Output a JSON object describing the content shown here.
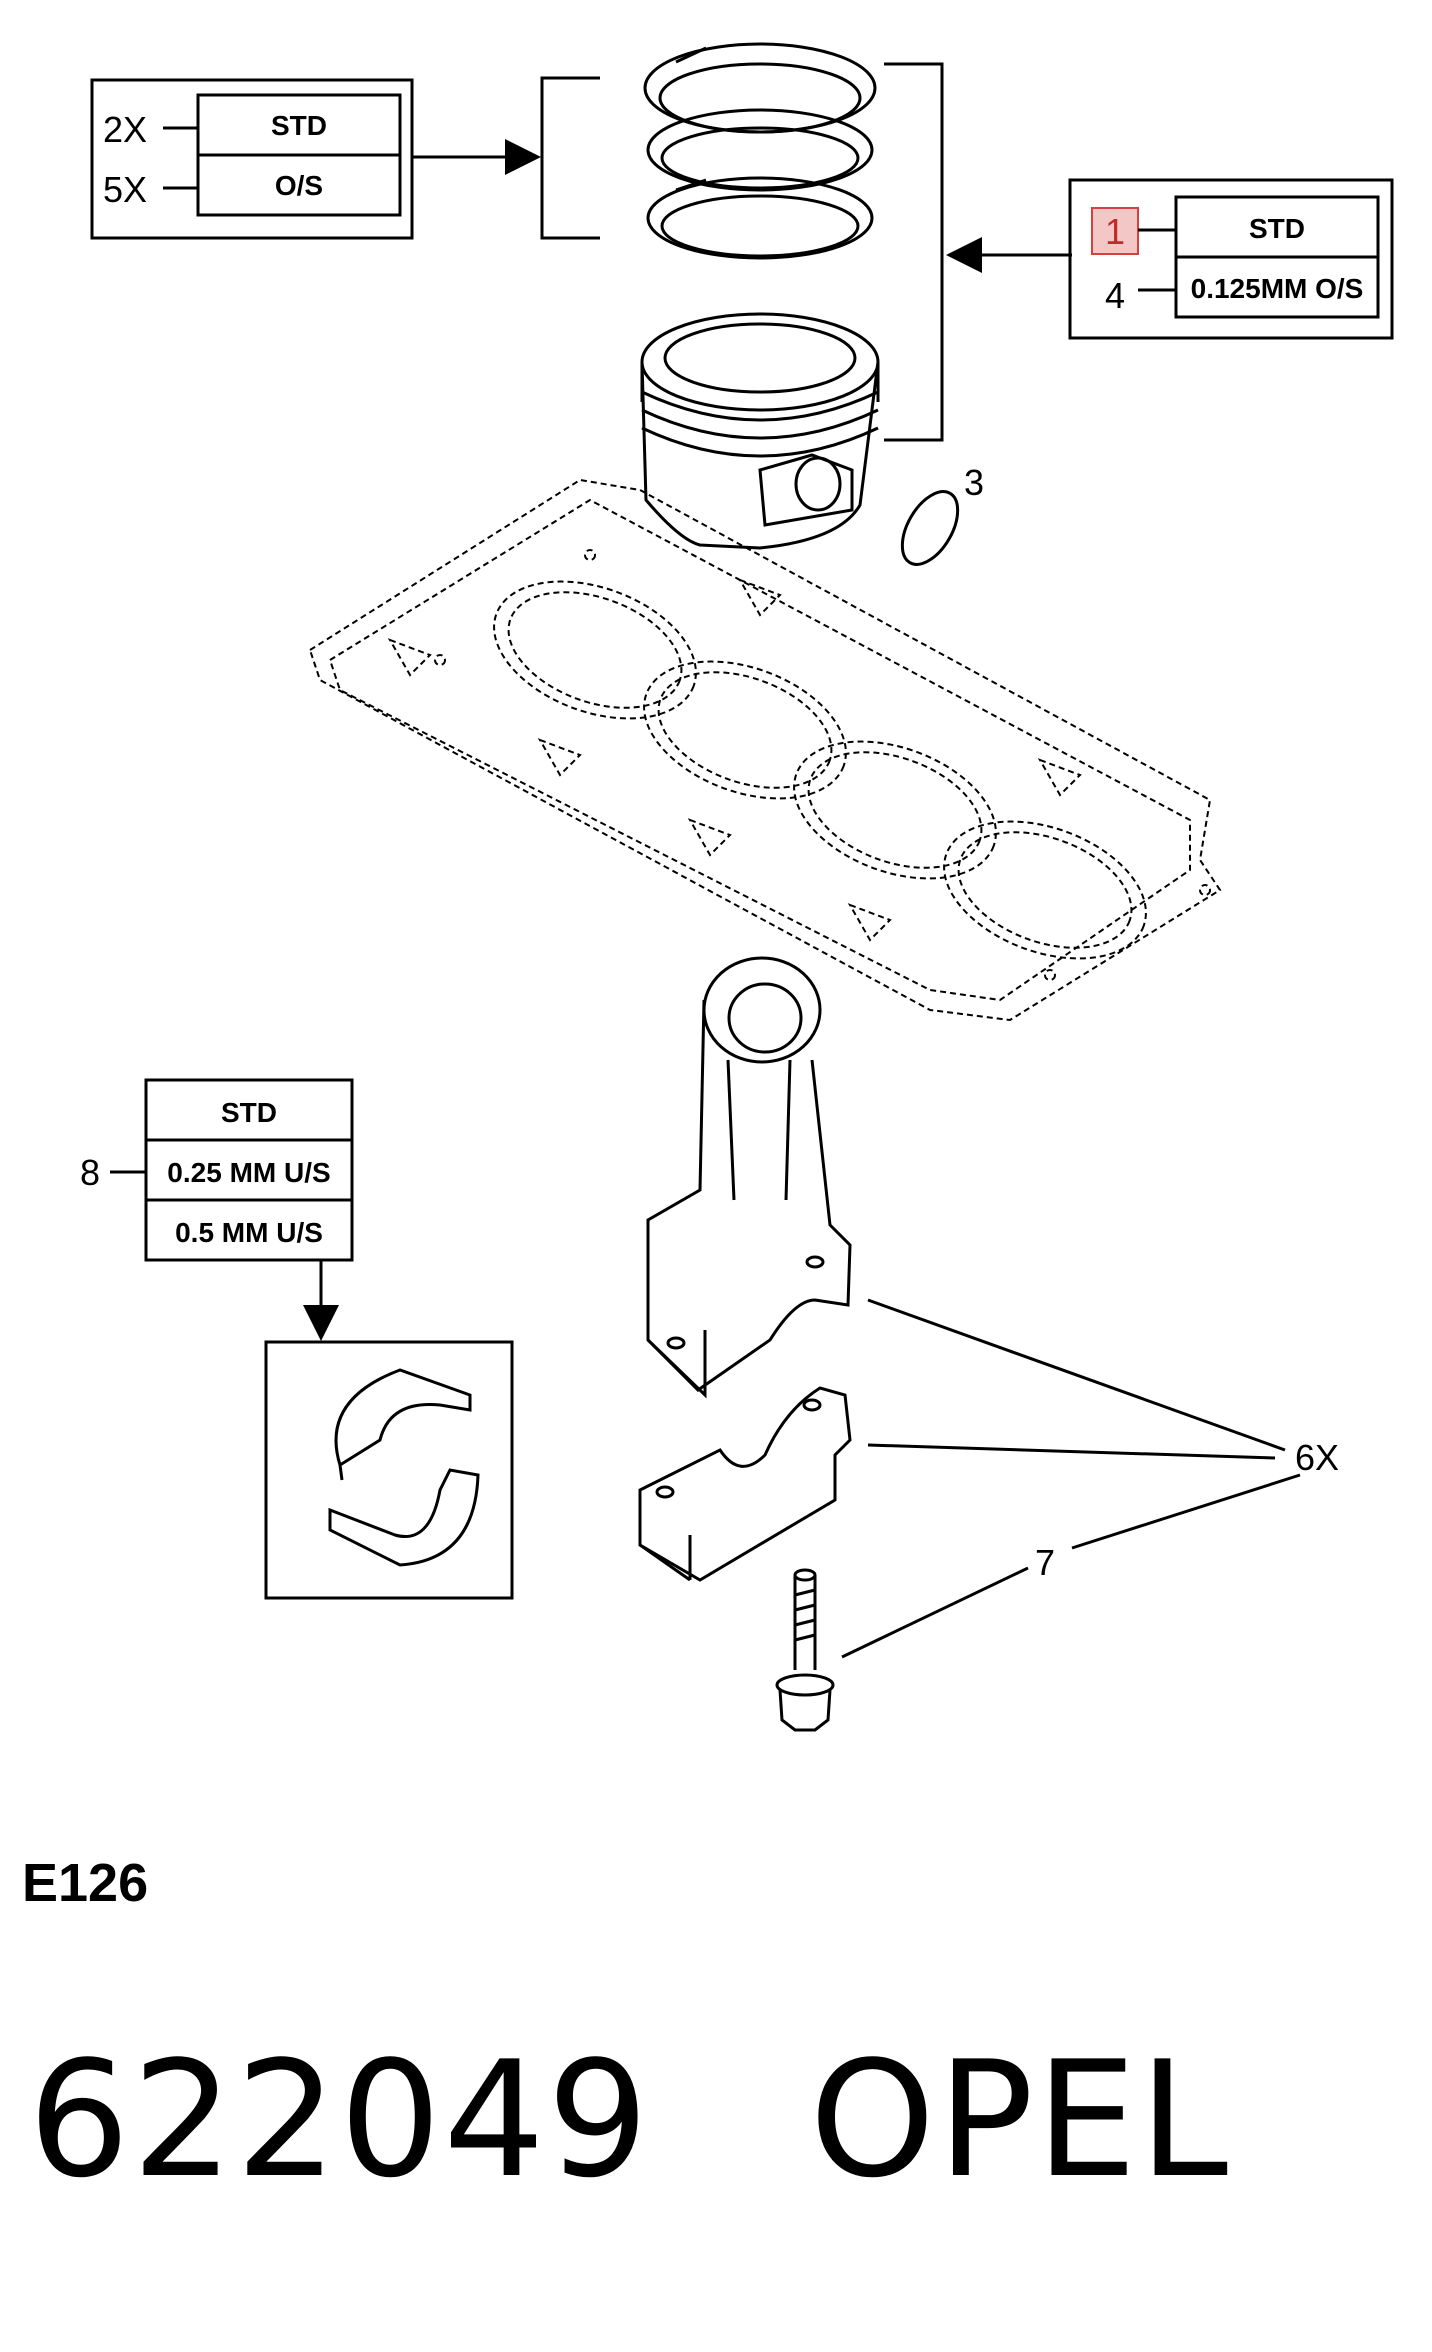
{
  "diagram": {
    "code": "E126",
    "footer": "622049   OPEL"
  },
  "tables": {
    "rings": {
      "rows": [
        "STD",
        "O/S"
      ],
      "callouts": [
        "2X",
        "5X"
      ]
    },
    "piston": {
      "rows": [
        "STD",
        "0.125MM O/S"
      ],
      "callouts": [
        "1",
        "4"
      ]
    },
    "bearing": {
      "rows": [
        "STD",
        "0.25 MM U/S",
        "0.5 MM U/S"
      ],
      "callout": "8"
    }
  },
  "callouts": {
    "pin_clip": "3",
    "rod_cap": "6X",
    "bolt": "7"
  }
}
